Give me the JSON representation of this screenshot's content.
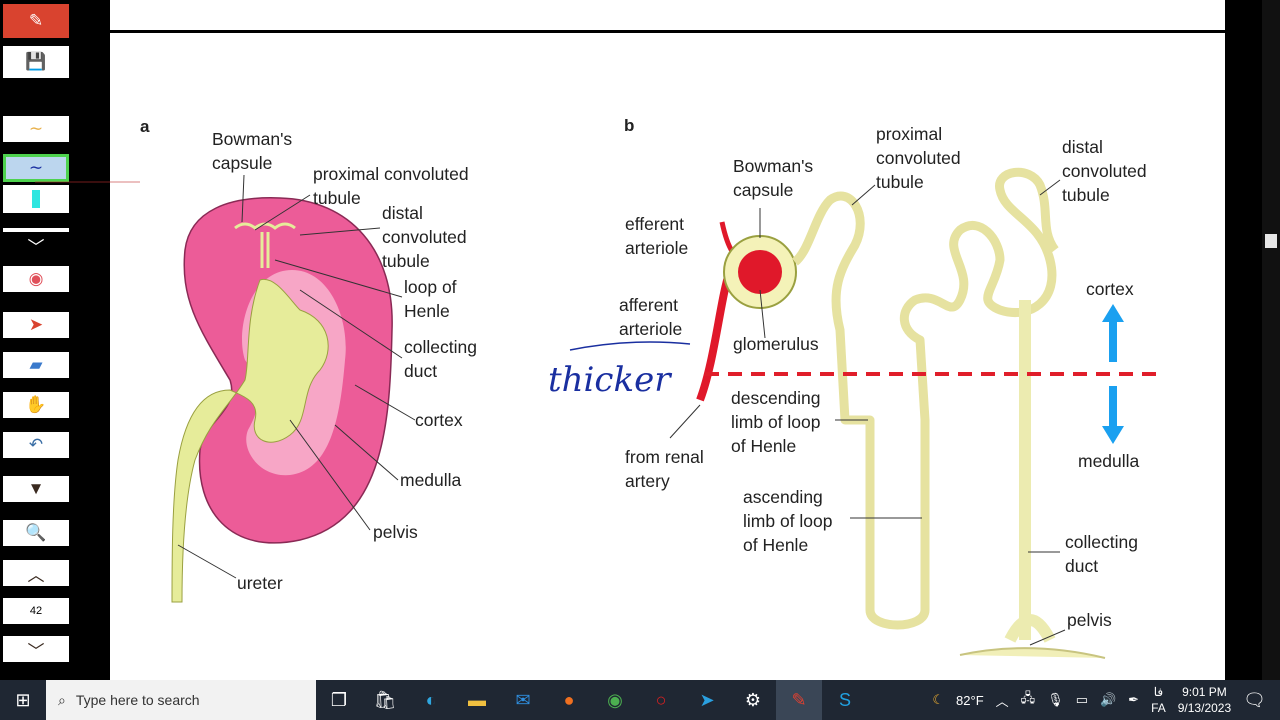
{
  "toolbar": {
    "page_number": "42",
    "tools": [
      "pen-logo",
      "save",
      "highlighter-yellow",
      "pen-blue",
      "highlighter-cyan",
      "collapse",
      "record",
      "pointer",
      "eraser",
      "hand",
      "undo",
      "dropdown",
      "zoom",
      "page-up",
      "page-down"
    ]
  },
  "diagram_a": {
    "label": "a",
    "bowmans": "Bowman's\ncapsule",
    "pct": "proximal convoluted\ntubule",
    "dct": "distal\nconvoluted\ntubule",
    "loop": "loop of\nHenle",
    "collecting": "collecting\nduct",
    "cortex": "cortex",
    "medulla": "medulla",
    "pelvis": "pelvis",
    "ureter": "ureter"
  },
  "diagram_b": {
    "label": "b",
    "bowmans": "Bowman's\ncapsule",
    "pct": "proximal\nconvoluted\ntubule",
    "dct": "distal\nconvoluted\ntubule",
    "efferent": "efferent\narteriole",
    "afferent": "afferent\narteriole",
    "glomerulus": "glomerulus",
    "descending": "descending\nlimb of loop\nof Henle",
    "renal_artery": "from renal\nartery",
    "ascending": "ascending\nlimb of loop\nof Henle",
    "cortex": "cortex",
    "medulla": "medulla",
    "collecting": "collecting\nduct",
    "pelvis": "pelvis"
  },
  "annotation": {
    "handwritten": "thicker",
    "ink_color": "#1a2fa0"
  },
  "taskbar": {
    "search_placeholder": "Type here to search",
    "weather": "82°F",
    "language_top": "فا",
    "language": "FA",
    "time": "9:01 PM",
    "date": "9/13/2023"
  },
  "colors": {
    "kidney_pink": "#ec5c98",
    "tubule_yellow": "#f4f2b8",
    "artery_red": "#e0182a",
    "dashed_red": "#e01e2a",
    "arrow_blue": "#1aa0f0"
  }
}
